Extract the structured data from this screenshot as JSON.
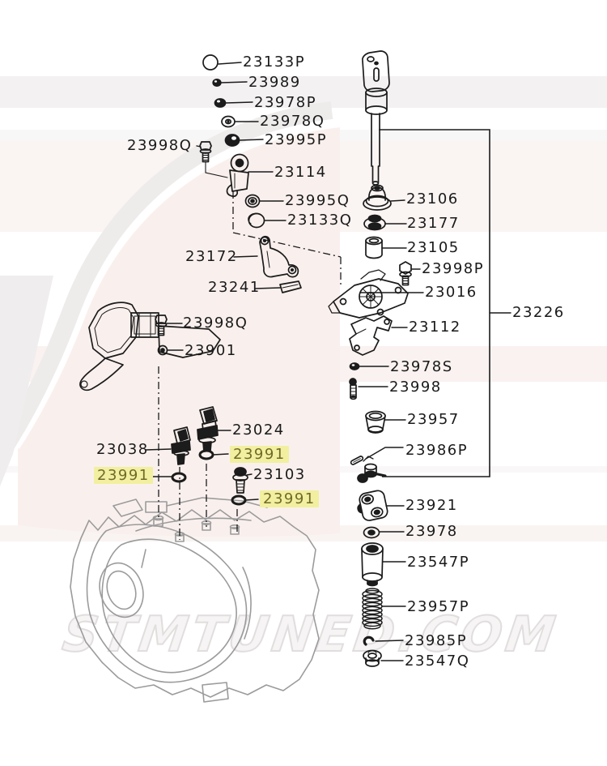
{
  "diagram": {
    "title": "transmission-gearshift-control-parts-diagram",
    "watermark_text": "STMTUNED.COM",
    "colors": {
      "line": "#1b1b1b",
      "housing_gray": "#9b9b9b",
      "highlight_bg": "#f2efa0",
      "highlight_text": "#6f6a28"
    },
    "labels": [
      {
        "text": "23133P",
        "highlighted": false
      },
      {
        "text": "23989",
        "highlighted": false
      },
      {
        "text": "23978P",
        "highlighted": false
      },
      {
        "text": "23978Q",
        "highlighted": false
      },
      {
        "text": "23995P",
        "highlighted": false
      },
      {
        "text": "23998Q",
        "highlighted": false
      },
      {
        "text": "23114",
        "highlighted": false
      },
      {
        "text": "23995Q",
        "highlighted": false
      },
      {
        "text": "23133Q",
        "highlighted": false
      },
      {
        "text": "23172",
        "highlighted": false
      },
      {
        "text": "23241",
        "highlighted": false
      },
      {
        "text": "23106",
        "highlighted": false
      },
      {
        "text": "23177",
        "highlighted": false
      },
      {
        "text": "23105",
        "highlighted": false
      },
      {
        "text": "23998P",
        "highlighted": false
      },
      {
        "text": "23016",
        "highlighted": false
      },
      {
        "text": "23226",
        "highlighted": false
      },
      {
        "text": "23112",
        "highlighted": false
      },
      {
        "text": "23978S",
        "highlighted": false
      },
      {
        "text": "23998",
        "highlighted": false
      },
      {
        "text": "23957",
        "highlighted": false
      },
      {
        "text": "23986P",
        "highlighted": false
      },
      {
        "text": "23921",
        "highlighted": false
      },
      {
        "text": "23978",
        "highlighted": false
      },
      {
        "text": "23547P",
        "highlighted": false
      },
      {
        "text": "23957P",
        "highlighted": false
      },
      {
        "text": "23985P",
        "highlighted": false
      },
      {
        "text": "23547Q",
        "highlighted": false
      },
      {
        "text": "23998Q",
        "highlighted": false
      },
      {
        "text": "23901",
        "highlighted": false
      },
      {
        "text": "23024",
        "highlighted": false
      },
      {
        "text": "23038",
        "highlighted": false
      },
      {
        "text": "23991",
        "highlighted": true
      },
      {
        "text": "23991",
        "highlighted": true
      },
      {
        "text": "23103",
        "highlighted": false
      },
      {
        "text": "23991",
        "highlighted": true
      }
    ]
  }
}
